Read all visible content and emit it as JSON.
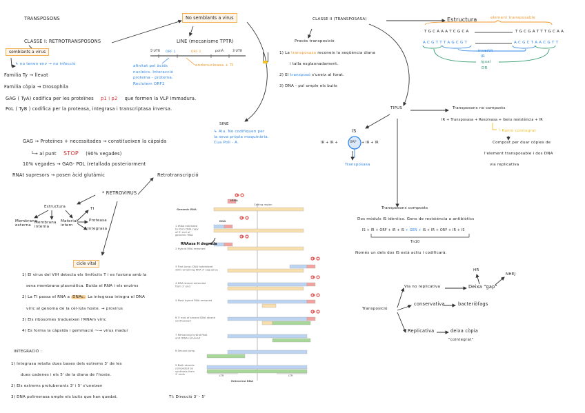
{
  "title": "TRANSPOSONS",
  "boxes": {
    "no_semblants": "No semblants a virus",
    "semblants": "semblants a virus",
    "cicle_vital": "cicle vital"
  },
  "classe1": {
    "heading": "CLASSE I: RETROTRANSPOSONS",
    "no_env": "↳ no tenen env → no infecció",
    "familia_ty": "Familia  Ty  → llevat",
    "familia_copia": "Familia  còpia  → Drosophila",
    "gag_pre": "GAG ( TyA) codifica per les proteïnes",
    "gag_red": "p1 i p2",
    "gag_post": "que formen la VLP immadura.",
    "pol": "PoL ( TyB ) codifica per la proteasa, integrasa i transcriptasa inversa."
  },
  "line": {
    "heading": "LINE (mecanisme TPTR)",
    "labels": [
      "5'UTR",
      "ORF 1",
      "ORF 2",
      "poliA",
      "3'UTR"
    ],
    "orf1_note": [
      "afinitat pel àcids",
      "nucleics. Interacció",
      "proteïna - proteïna.",
      "Reclutem ORF2"
    ],
    "orf2_note": "endonucleasa + TI"
  },
  "sine": {
    "heading": "SINE",
    "note": [
      "↳ Alu. No codifiquen per",
      "la seva pròpia maquinària.",
      "Cua Poli - A."
    ]
  },
  "gag_notes": {
    "l1": "GAG → Proteïnes + necessitades → constitueixen la càpsida",
    "l2_pre": "└→ al punt",
    "l2_red": "STOP",
    "l2_post": "(90% vegades)",
    "l3": "10% vegades → GAG- POL (retallada posteriorment",
    "l4": "RNAt supresors → posen àcid glutàmic"
  },
  "retrovirus": {
    "retrotranscripcio": "Retrotranscripció",
    "heading": "* RETROVIRUS",
    "estructura": "Estructura",
    "membrana_externa": [
      "Membrana",
      "externa"
    ],
    "membrana_interna": [
      "Membrana",
      "interna"
    ],
    "material_intern": [
      "Material",
      "intern"
    ],
    "ti": "TI",
    "proteasa": "Proteasa",
    "integrasa": "Integrasa"
  },
  "cicle_vital": {
    "l1": "1) El virus del VIH detecta els limfòcits T i es fusiona amb la",
    "l1b": "seva membrana plasmàtica. Buida el RNA i els enzims",
    "l2_pre": "2) La TI passa el RNA a",
    "l2_hl": "DNAc.",
    "l2_post": "La integrasa integra el DNA",
    "l2b": "víric al genoma de la cèl·lula hoste. → provirus",
    "l3": "3) Els ribosomes tradueixen l'RNAm víric",
    "l4": "4) Es forma la càpsida i gemmació ⁓→ virus madur"
  },
  "integracio": {
    "heading": "INTEGRACIÓ :",
    "l1": "1) Integrasa retalla dues bases dels extrems 3' de les",
    "l1b": "dues cadenes i els 5' de la diana de l'hoste.",
    "l2": "2) Els extrems protuberants 3' i 5' s'uneixen",
    "l3": "3) DNA polimerasa omple els buits que han quedat.",
    "ti_direccio": "TI: Direcció  3' - 5'"
  },
  "figure": {
    "trna": "tRNA",
    "coding_region": "Coding region",
    "genomic_rna": "Genomic RNA",
    "dna": "DNA",
    "ribonuclease_note": "RNAasa H degrada",
    "retroviral_dna": "Retroviral DNA",
    "ltr": "LTR",
    "steps": [
      [
        "1  tRNA extended",
        "to form DNA copy",
        "of 5' end of",
        "genomic RNA"
      ],
      [
        "2  Hybrid RNA removed"
      ],
      [
        "3  First jump: DNA hybridized",
        "with remaining RNA 3' sequence"
      ],
      [
        "4  DNA strand extended",
        "from 3' end"
      ],
      [
        "5  Most hybrid RNA removed"
      ],
      [
        "6  3' end of second DNA strand",
        "synthesized"
      ],
      [
        "7  Remaining hybrid RNA",
        "and tRNA removed"
      ],
      [
        "8  Second jump"
      ],
      [
        "9  Both strands",
        "completed by",
        "synthesis from",
        "3' ends"
      ]
    ]
  },
  "classe2": {
    "heading": "CLASSE II (TRANSPOSASA)",
    "estructura": "Estructura",
    "element_transposable": "element transposable",
    "seq_top_left": "T G C A A A T C G C A",
    "seq_top_right": "T G C G A T T T G C A A",
    "seq_bot_left": "A C G T T T A G C G T",
    "seq_bot_right": "A C G C T A A C G T T",
    "invertit": "invertit",
    "ir": "IR",
    "igual": "igual",
    "dr": "DR",
    "proces": "Procés transposició",
    "p1_pre": "1) La",
    "p1_orange": "transposasa",
    "p1_post": "reconeix la seqüència diana",
    "p1b": "i talla esglaonadament.",
    "p2_pre": "2) El",
    "p2_blue": "transposó",
    "p2_post": "s'uneix al forat.",
    "p3": "3) DNA - pol omple els buits"
  },
  "tipus": {
    "heading": "TIPUS",
    "no_composts": "Transposons no composts",
    "no_composts_formula": "IR + Transposasa + Resolvasa + Gens resistència + IR",
    "cointegrat": "└ Ramó cointegrat",
    "compost_l1": "Compost per duar còpies de",
    "compost_l2": "l'element transposable i dos DNA",
    "compost_l3": "via replicativa",
    "is": "IS",
    "is_left": "IR + IR +",
    "orf": "ORF",
    "is_right": "+ IR + IR",
    "transposasa": "Transposasa",
    "composts": "Transposons composts",
    "composts_desc": "Dos mòduls IS idèntics. Gens de resistència a antibiòtics",
    "composts_f1": "IS + IR + ORF + IR + IS",
    "composts_gen": "+ GEN +",
    "composts_f2": "IS + IR + ORF + IR + IS",
    "tn10": "Tn10",
    "nomes": "Només un dels dos IS està actiu i codificarà."
  },
  "transposicio": {
    "root": "Transposició",
    "no_replicativa": "Via no replicativa",
    "gap": "Deixa \"gap\"",
    "hr": "HR",
    "nhej": "NHEJ",
    "conservativa": "conservativa",
    "bacteriofags": "bacteriòfags",
    "replicativa": "Replicativa",
    "copia": "deixa còpia",
    "cointegrat": "\"cointegrat\""
  },
  "colors": {
    "orange": "#f0962a",
    "blue": "#2f86e8",
    "green": "#2f9a6e",
    "red": "#d9282b",
    "yellow": "#f2c02a",
    "box_border": "#f4b05a"
  }
}
